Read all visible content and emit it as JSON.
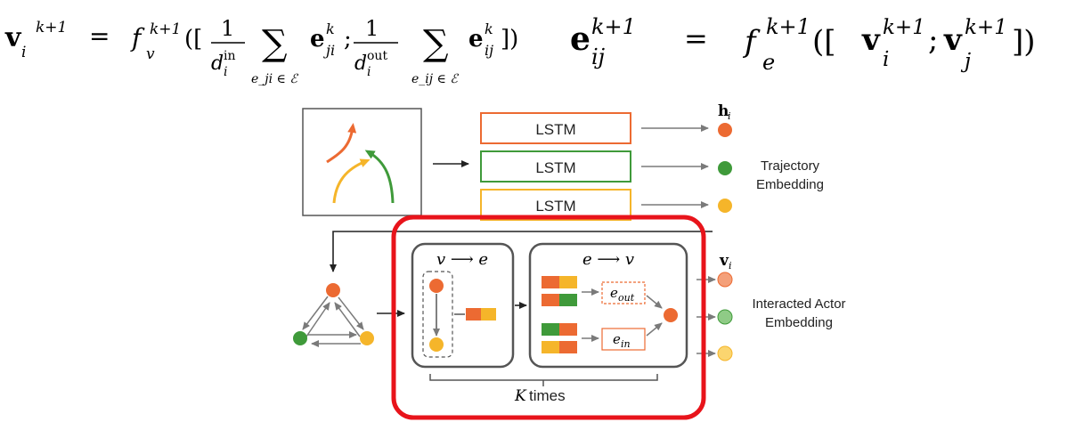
{
  "equations": {
    "node_update": {
      "lhs": "v",
      "lhs_sub": "i",
      "lhs_sup": "k+1",
      "equals": "=",
      "func": "f",
      "func_sub": "v",
      "func_sup": "k+1",
      "open": "([",
      "frac_num": "1",
      "frac1_den": "d",
      "frac1_den_sup": "in",
      "frac1_den_sub": "i",
      "sum": "∑",
      "sum1_sub": "e_ji ∈ ℰ",
      "e_term1": "e",
      "e_term1_sup": "k",
      "e_term1_sub": "ji",
      "semicolon": ";",
      "frac2_den": "d",
      "frac2_den_sup": "out",
      "frac2_den_sub": "i",
      "sum2_sub": "e_ij ∈ ℰ",
      "e_term2": "e",
      "e_term2_sup": "k",
      "e_term2_sub": "ij",
      "close": "])"
    },
    "edge_update": {
      "lhs": "e",
      "lhs_sup": "k+1",
      "lhs_sub": "ij",
      "equals": "=",
      "func": "f",
      "func_sup": "k+1",
      "func_sub": "e",
      "open": "([",
      "v1": "v",
      "v1_sup": "k+1",
      "v1_sub": "i",
      "semicolon": ";",
      "v2": "v",
      "v2_sup": "k+1",
      "v2_sub": "j",
      "close": "])"
    }
  },
  "diagram": {
    "lstm_label": "LSTM",
    "h_label": "h",
    "h_sub": "i",
    "trajectory_label_1": "Trajectory",
    "trajectory_label_2": "Embedding",
    "v_to_e_title": "v ⟶ e",
    "e_to_v_title": "e ⟶ v",
    "e_out": "e",
    "e_out_sub": "out",
    "e_in": "e",
    "e_in_sub": "in",
    "v_label": "v",
    "v_sub": "i",
    "interacted_label_1": "Interacted Actor",
    "interacted_label_2": "Embedding",
    "k_times_k": "K",
    "k_times_text": "times"
  },
  "colors": {
    "orange": "#ec6a32",
    "green": "#3f9a3a",
    "yellow": "#f5b52a",
    "red_highlight": "#e8141b",
    "gray_arrow": "#7a7a7a",
    "box_border": "#555555"
  }
}
